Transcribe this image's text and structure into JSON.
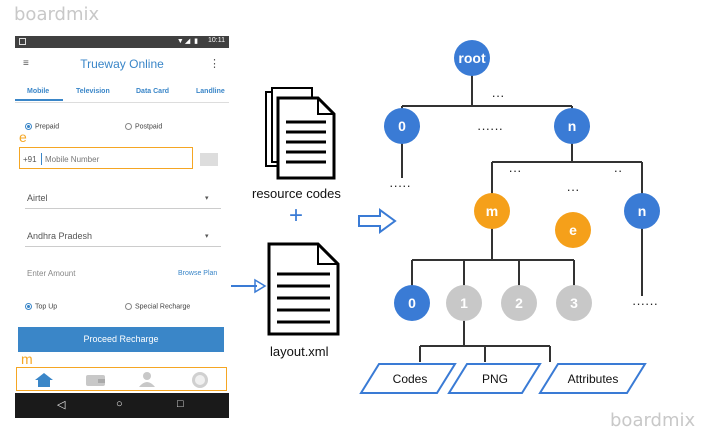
{
  "watermark": "boardmix",
  "phone": {
    "status_time": "10:11",
    "status_indicators": "▼◢ ▮",
    "app_title": "Trueway Online",
    "menu_icon": "≡",
    "more_icon": "⋮",
    "tabs": [
      "Mobile",
      "Television",
      "Data Card",
      "Landline"
    ],
    "radio_prepaid": "Prepaid",
    "radio_postpaid": "Postpaid",
    "country_code": "+91",
    "mobile_placeholder": "Mobile Number",
    "operator": "Airtel",
    "circle": "Andhra Pradesh",
    "amount_placeholder": "Enter Amount",
    "browse_plan": "Browse Plan",
    "radio_topup": "Top Up",
    "radio_special": "Special Recharge",
    "proceed_button": "Proceed Recharge",
    "nav_back": "◁",
    "nav_home": "○",
    "nav_recent": "□",
    "marker_e": "e",
    "marker_m": "m"
  },
  "middle": {
    "resource_codes": "resource codes",
    "plus": "+",
    "layout_xml": "layout.xml"
  },
  "tree": {
    "root": "root",
    "n0": "0",
    "nn": "n",
    "dots_top": "···",
    "dots_mid": "······",
    "dots_left": "·····",
    "dots_a": "···",
    "dots_b": "···",
    "dots_c": "··",
    "m": "m",
    "e": "e",
    "n2": "n",
    "c0": "0",
    "c1": "1",
    "c2": "2",
    "c3": "3",
    "dots_right": "······",
    "codes": "Codes",
    "png": "PNG",
    "attributes": "Attributes"
  },
  "colors": {
    "blue": "#3a7bd5",
    "orange": "#f5a01a",
    "grey": "#c8c8c8",
    "phone_blue": "#3a86c8"
  }
}
